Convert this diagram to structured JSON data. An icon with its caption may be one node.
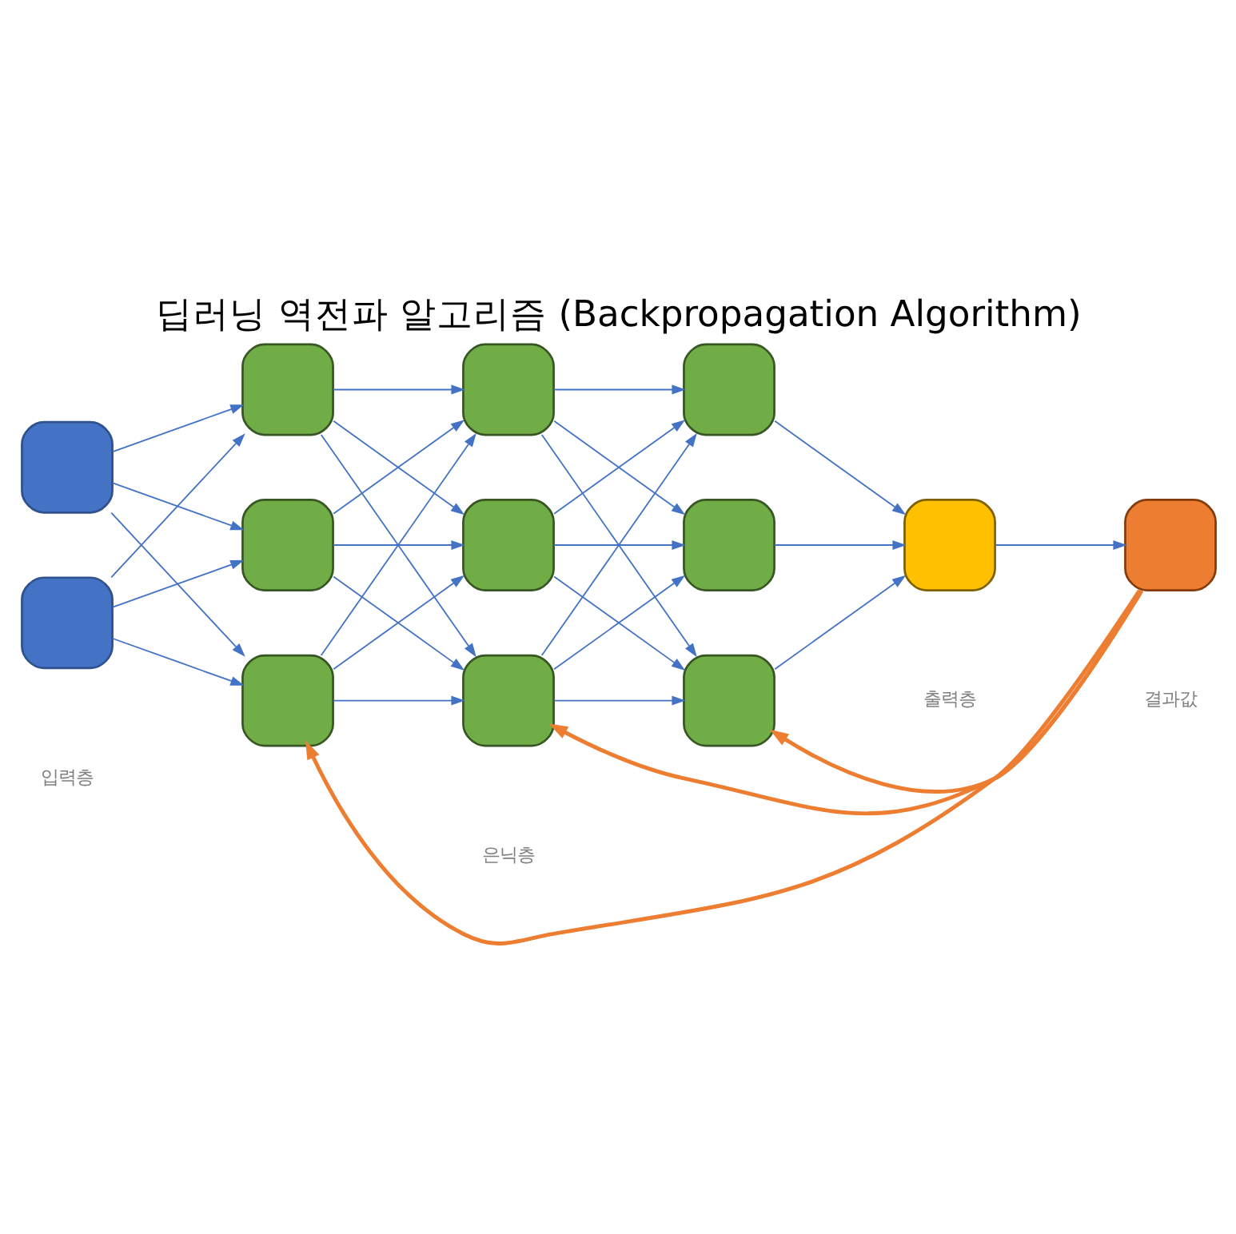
{
  "diagram": {
    "title": "딥러닝 역전파 알고리즘 (Backpropagation Algorithm)",
    "nodes": [
      {
        "text": [],
        "shape": "box"
      },
      {
        "text": [],
        "shape": "box"
      },
      {
        "text": [],
        "shape": "box"
      },
      {
        "text": [],
        "shape": "box"
      },
      {
        "text": [],
        "shape": "box"
      },
      {
        "text": [],
        "shape": "box"
      },
      {
        "text": [],
        "shape": "box"
      },
      {
        "text": [],
        "shape": "box"
      },
      {
        "text": [],
        "shape": "box"
      },
      {
        "text": [],
        "shape": "box"
      },
      {
        "text": [],
        "shape": "box"
      },
      {
        "text": [],
        "shape": "box"
      },
      {
        "text": [],
        "shape": "box"
      }
    ],
    "edges": [
      {
        "from": 0,
        "to": 2,
        "arrow": "to"
      },
      {
        "from": 0,
        "to": 3,
        "arrow": "to"
      },
      {
        "from": 0,
        "to": 4,
        "arrow": "to"
      },
      {
        "from": 1,
        "to": 2,
        "arrow": "to"
      },
      {
        "from": 1,
        "to": 3,
        "arrow": "to"
      },
      {
        "from": 1,
        "to": 4,
        "arrow": "to"
      },
      {
        "from": 2,
        "to": 5,
        "arrow": "to"
      },
      {
        "from": 2,
        "to": 6,
        "arrow": "to"
      },
      {
        "from": 2,
        "to": 7,
        "arrow": "to"
      },
      {
        "from": 3,
        "to": 5,
        "arrow": "to"
      },
      {
        "from": 3,
        "to": 6,
        "arrow": "to"
      },
      {
        "from": 3,
        "to": 7,
        "arrow": "to"
      },
      {
        "from": 4,
        "to": 5,
        "arrow": "to"
      },
      {
        "from": 4,
        "to": 6,
        "arrow": "to"
      },
      {
        "from": 4,
        "to": 7,
        "arrow": "to"
      },
      {
        "from": 5,
        "to": 8,
        "arrow": "to"
      },
      {
        "from": 5,
        "to": 9,
        "arrow": "to"
      },
      {
        "from": 5,
        "to": 10,
        "arrow": "to"
      },
      {
        "from": 6,
        "to": 8,
        "arrow": "to"
      },
      {
        "from": 6,
        "to": 9,
        "arrow": "to"
      },
      {
        "from": 6,
        "to": 10,
        "arrow": "to"
      },
      {
        "from": 7,
        "to": 8,
        "arrow": "to"
      },
      {
        "from": 7,
        "to": 9,
        "arrow": "to"
      },
      {
        "from": 7,
        "to": 10,
        "arrow": "to"
      },
      {
        "from": 8,
        "to": 11,
        "arrow": "to"
      },
      {
        "from": 9,
        "to": 11,
        "arrow": "to"
      },
      {
        "from": 10,
        "to": 11,
        "arrow": "to"
      },
      {
        "from": 11,
        "to": 12,
        "arrow": "to"
      },
      {
        "from": 12,
        "to": 10,
        "arrow": "to",
        "style": "thick",
        "color": "#ed7d31"
      },
      {
        "from": 12,
        "to": 7,
        "arrow": "to",
        "style": "thick",
        "color": "#ed7d31"
      },
      {
        "from": 12,
        "to": 4,
        "arrow": "to",
        "style": "thick",
        "color": "#ed7d31"
      }
    ],
    "labels": [
      "입력층",
      "은닉층",
      "출력층",
      "결과값"
    ]
  }
}
